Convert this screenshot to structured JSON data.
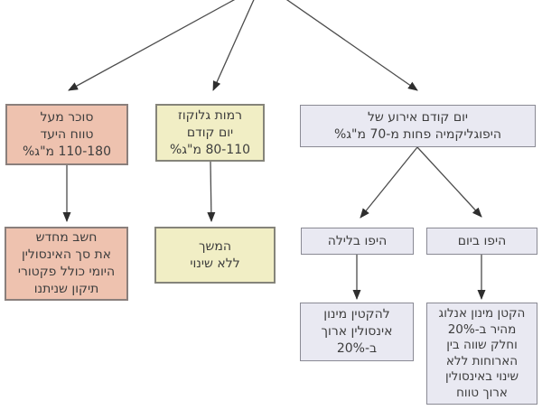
{
  "palette": {
    "salmon": {
      "fill": "#eec2af",
      "border": "#8a7f7c"
    },
    "cream": {
      "fill": "#f1eec5",
      "border": "#85847a"
    },
    "lavender": {
      "fill": "#e9e9f2",
      "border": "#8a8a94"
    },
    "line": {
      "stroke": "#4c4c4c",
      "arrowhead": "#2e2e2e"
    },
    "text": {
      "color": "#3d3d3d"
    }
  },
  "nodes": {
    "sugar_above_target": {
      "text": "סוכר מעל\nטווח היעד\n110-180 מ\"ג%",
      "color": "salmon"
    },
    "glucose_prev_day": {
      "text": "רמות גלוקוז\nיום קודם\n80-110 מ\"ג%",
      "color": "cream"
    },
    "hypo_prev_day": {
      "text": "יום קודם אירוע של\nהיפוגליקמיה פחות מ-70 מ\"ג%",
      "color": "lavender"
    },
    "recalculate_insulin": {
      "text": "חשב מחדש\nאת סך האינסולין\nהיומי כולל פקטורי\nתיקון שניתנו",
      "color": "salmon"
    },
    "continue_no_change": {
      "text": "המשך\nללא שינוי",
      "color": "cream"
    },
    "hypo_night": {
      "text": "היפו בלילה",
      "color": "lavender"
    },
    "hypo_day": {
      "text": "היפו ביום",
      "color": "lavender"
    },
    "reduce_long_insulin": {
      "text": "להקטין מינון\nאינסולין ארוך\nב-20%",
      "color": "lavender"
    },
    "reduce_rapid_analog": {
      "text": "הקטן מינון אנלוג\nמהיר ב-20%\nוחלק שווה בין\nהארוחות ללא\nשינוי באינסולין\nארוך טווח",
      "color": "lavender"
    }
  },
  "edges": [
    {
      "from": "top",
      "to": "sugar_above_target"
    },
    {
      "from": "top",
      "to": "glucose_prev_day"
    },
    {
      "from": "top",
      "to": "hypo_prev_day"
    },
    {
      "from": "sugar_above_target",
      "to": "recalculate_insulin"
    },
    {
      "from": "glucose_prev_day",
      "to": "continue_no_change"
    },
    {
      "from": "hypo_prev_day",
      "to": "hypo_night"
    },
    {
      "from": "hypo_prev_day",
      "to": "hypo_day"
    },
    {
      "from": "hypo_night",
      "to": "reduce_long_insulin"
    },
    {
      "from": "hypo_day",
      "to": "reduce_rapid_analog"
    }
  ]
}
